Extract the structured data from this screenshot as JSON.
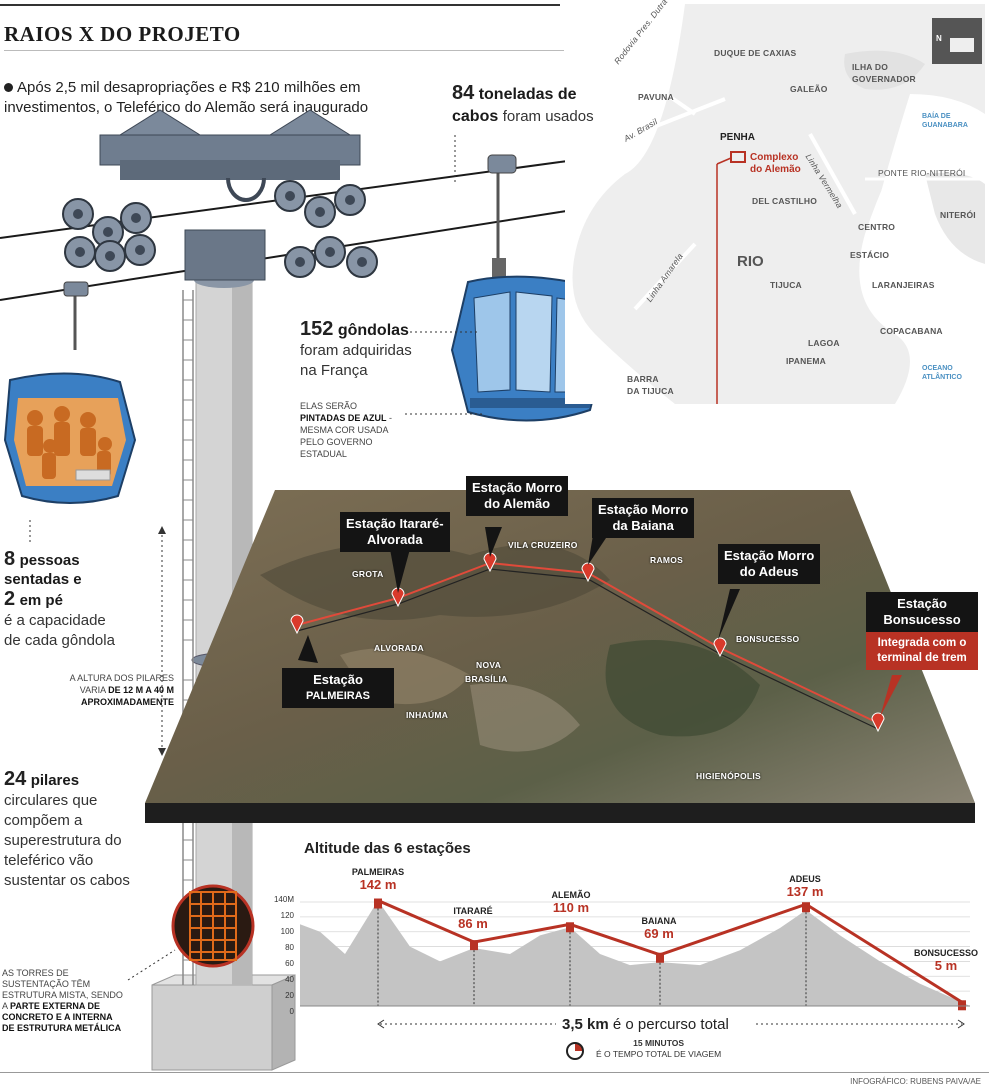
{
  "header": {
    "title": "RAIOS X DO PROJETO",
    "intro": "Após 2,5 mil desapropriações e R$ 210 milhões em investimentos, o Teleférico do Alemão será inaugurado"
  },
  "facts": {
    "cables_num": "84",
    "cables_bold": "toneladas de cabos",
    "cables_rest": "foram usados",
    "gondolas_num": "152",
    "gondolas_bold": "gôndolas",
    "gondolas_rest1": "foram adquiridas",
    "gondolas_rest2": "na França",
    "paint_1": "ELAS SERÃO",
    "paint_2": "PINTADAS DE AZUL",
    "paint_3": " -",
    "paint_4": "MESMA COR USADA",
    "paint_5": "PELO GOVERNO",
    "paint_6": "ESTADUAL",
    "people_num1": "8",
    "people_l1": "pessoas",
    "people_l2": "sentadas e",
    "people_num2": "2",
    "people_l3": "em pé",
    "people_r1": "é a capacidade",
    "people_r2": "de cada gôndola",
    "height_1": "A ALTURA DOS PILARES",
    "height_2": "VARIA",
    "height_3": "DE 12 M A 40 M",
    "height_4": "APROXIMADAMENTE",
    "pillars_num": "24",
    "pillars_bold": "pilares",
    "pillars_r1": "circulares que",
    "pillars_r2": "compõem a",
    "pillars_r3": "superestrutura do",
    "pillars_r4": "teleférico vão",
    "pillars_r5": "sustentar os cabos",
    "towers_1": "AS TORRES DE",
    "towers_2": "SUSTENTAÇÃO TÊM",
    "towers_3": "ESTRUTURA MISTA, SENDO",
    "towers_4": "A",
    "towers_5": "PARTE EXTERNA DE",
    "towers_6": "CONCRETO E A INTERNA",
    "towers_7": "DE ESTRUTURA METÁLICA"
  },
  "map": {
    "roads": [
      "Rodovia Pres. Dutra",
      "Av. Brasil",
      "Linha Vermelha",
      "Linha Amarela"
    ],
    "places": [
      "DUQUE DE CAXIAS",
      "ILHA DO",
      "GOVERNADOR",
      "PAVUNA",
      "GALEÃO",
      "PENHA",
      "DEL CASTILHO",
      "RIO",
      "TIJUCA",
      "CENTRO",
      "ESTÁCIO",
      "LARANJEIRAS",
      "NITERÓI",
      "COPACABANA",
      "LAGOA",
      "IPANEMA",
      "BARRA",
      "DA TIJUCA",
      "PONTE RIO-NITERÓI"
    ],
    "water": [
      "BAÍA DE",
      "GUANABARA",
      "OCEANO",
      "ATLÂNTICO"
    ],
    "highlight_1": "Complexo",
    "highlight_2": "do Alemão",
    "compass": "N"
  },
  "stations": {
    "itarare_1": "Estação Itararé-",
    "itarare_2": "Alvorada",
    "alemao_1": "Estação Morro",
    "alemao_2": "do Alemão",
    "baiana_1": "Estação Morro",
    "baiana_2": "da Baiana",
    "adeus_1": "Estação Morro",
    "adeus_2": "do Adeus",
    "bonsucesso_1": "Estação",
    "bonsucesso_2": "Bonsucesso",
    "bonsucesso_note_1": "Integrada com o",
    "bonsucesso_note_2": "terminal de trem",
    "palmeiras_1": "Estação",
    "palmeiras_2": "PALMEIRAS"
  },
  "terrain_labels": [
    "VILA CRUZEIRO",
    "GROTA",
    "RAMOS",
    "BONSUCESSO",
    "ALVORADA",
    "NOVA",
    "BRASÍLIA",
    "INHAÚMA",
    "HIGIENÓPOLIS"
  ],
  "chart_data": {
    "type": "line",
    "title": "Altitude das 6 estações",
    "ylim": [
      0,
      140
    ],
    "yticks": [
      "140M",
      "120",
      "100",
      "80",
      "60",
      "40",
      "20",
      "0"
    ],
    "series": [
      {
        "categories": [
          "PALMEIRAS",
          "ITARARÉ",
          "ALEMÃO",
          "BAIANA",
          "ADEUS",
          "BONSUCESSO"
        ],
        "values": [
          142,
          86,
          110,
          69,
          137,
          5
        ],
        "labels": [
          "142 m",
          "86 m",
          "110 m",
          "69 m",
          "137 m",
          "5 m"
        ]
      }
    ],
    "distance_value": "3,5 km",
    "distance_rest": "é o percurso total",
    "time_value": "15 MINUTOS",
    "time_rest": "É O TEMPO TOTAL DE VIAGEM"
  },
  "credit": "INFOGRÁFICO: RUBENS PAIVA/AE",
  "colors": {
    "accent_red": "#b83224",
    "gondola_blue": "#3b7fc4",
    "pillar_gray": "#c9c9c9",
    "terrain_brown": "#6b5d45",
    "people_orange": "#e0882e"
  }
}
